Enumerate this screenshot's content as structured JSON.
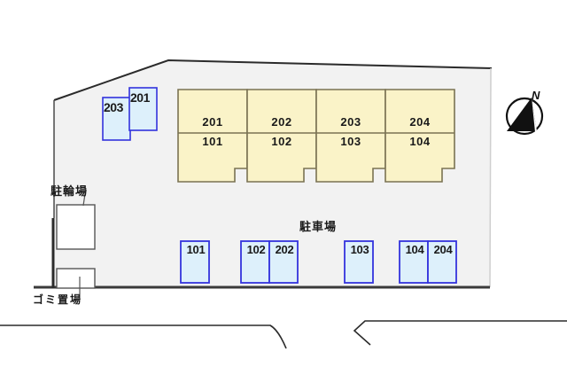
{
  "meta": {
    "title": "Site Layout Plan",
    "background_color": "#ffffff",
    "site_fill": "#f2f2f2",
    "building_fill": "#faf3c8",
    "building_stroke": "#7a7353",
    "stall_fill": "#ddf0fb",
    "stall_stroke": "#3333dd",
    "line_color": "#2b2b2b"
  },
  "building": {
    "name": "apartment-building",
    "upper_floor_units": [
      "201",
      "202",
      "203",
      "204"
    ],
    "lower_floor_units": [
      "101",
      "102",
      "103",
      "104"
    ]
  },
  "bike_boxes": [
    {
      "label": "203"
    },
    {
      "label": "201"
    }
  ],
  "parking": {
    "area_label": "駐車場",
    "stalls": [
      "101",
      "102",
      "202",
      "103",
      "104",
      "204"
    ]
  },
  "facilities": {
    "bicycle_parking_label": "駐輪場",
    "garbage_area_label": "ゴミ置場"
  },
  "compass": {
    "label": "N"
  }
}
